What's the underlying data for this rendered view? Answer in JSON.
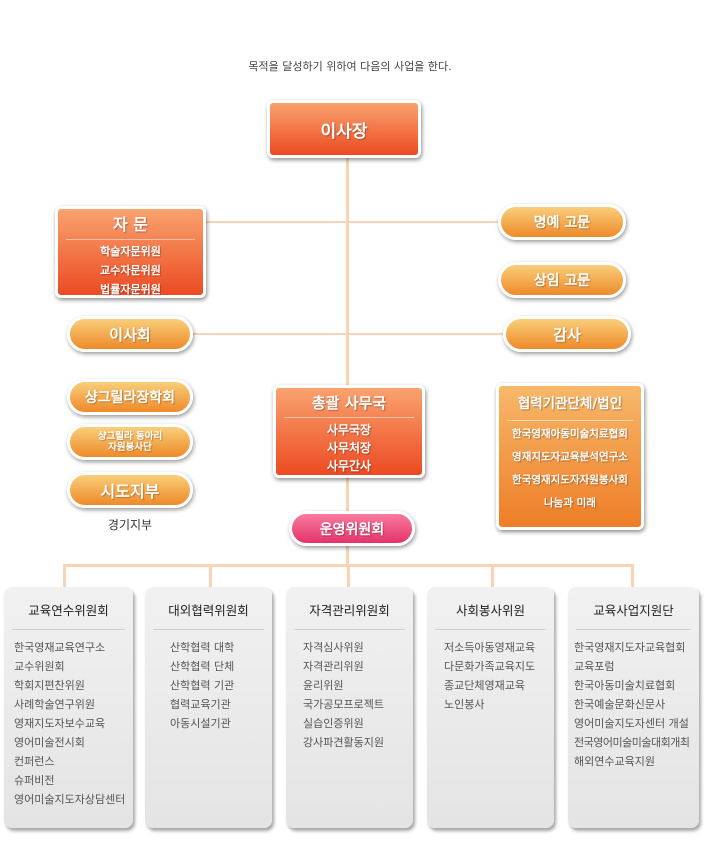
{
  "intro": "목적을 달성하기 위하여 다음의 사업을 한다.",
  "chairman": "이사장",
  "advisory": {
    "title": "자 문",
    "items": [
      "학술자문위원",
      "교수자문위원",
      "법률자문위원"
    ]
  },
  "honorary_advisor": "명예 고문",
  "standing_advisor": "상임 고문",
  "board": "이사회",
  "auditor": "감사",
  "scholarship": "샹그릴라장학회",
  "volunteer": [
    "샹그릴라 동아리",
    "자원봉사단"
  ],
  "branch": "시도지부",
  "branch_sub": "경기지부",
  "secretariat": {
    "title": "총괄 사무국",
    "items": [
      "사무국장",
      "사무처장",
      "사무간사"
    ]
  },
  "partners": {
    "title": "협력기관단체/법인",
    "items": [
      "한국영재아동미술치료협회",
      "영재지도자교육분석연구소",
      "한국영재지도자자원봉사회",
      "나눔과 미래"
    ]
  },
  "steering": "운영위원회",
  "committees": [
    {
      "title": "교육연수위원회",
      "items": [
        "한국영재교육연구소",
        "교수위원회",
        "학회지편찬위원",
        "사례학술연구위원",
        "영재지도자보수교육",
        "영어미술전시회",
        "컨퍼런스",
        "슈퍼비전",
        "영어미술지도자상담센터"
      ]
    },
    {
      "title": "대외협력위원회",
      "items": [
        "산학협력 대학",
        "산학협력 단체",
        "산학협력 기관",
        "협력교육기관",
        "아동시설기관"
      ]
    },
    {
      "title": "자격관리위원회",
      "items": [
        "자격심사위원",
        "자격관리위원",
        "윤리위원",
        "국가공모프로젝트",
        "실습인증위원",
        "강사파견활동지원"
      ]
    },
    {
      "title": "사회봉사위원",
      "items": [
        "저소득아동영재교육",
        "다문화가족교육지도",
        "종교단체영재교육",
        "노인봉사"
      ]
    },
    {
      "title": "교육사업지원단",
      "items": [
        "한국영재지도자교육협회",
        "교육포럼",
        "한국아동미술치료협회",
        "한국예술문화신문사",
        "영어미술지도자센터 개설",
        "전국영어미술미술대회개최",
        "해외연수교육지원"
      ]
    }
  ]
}
